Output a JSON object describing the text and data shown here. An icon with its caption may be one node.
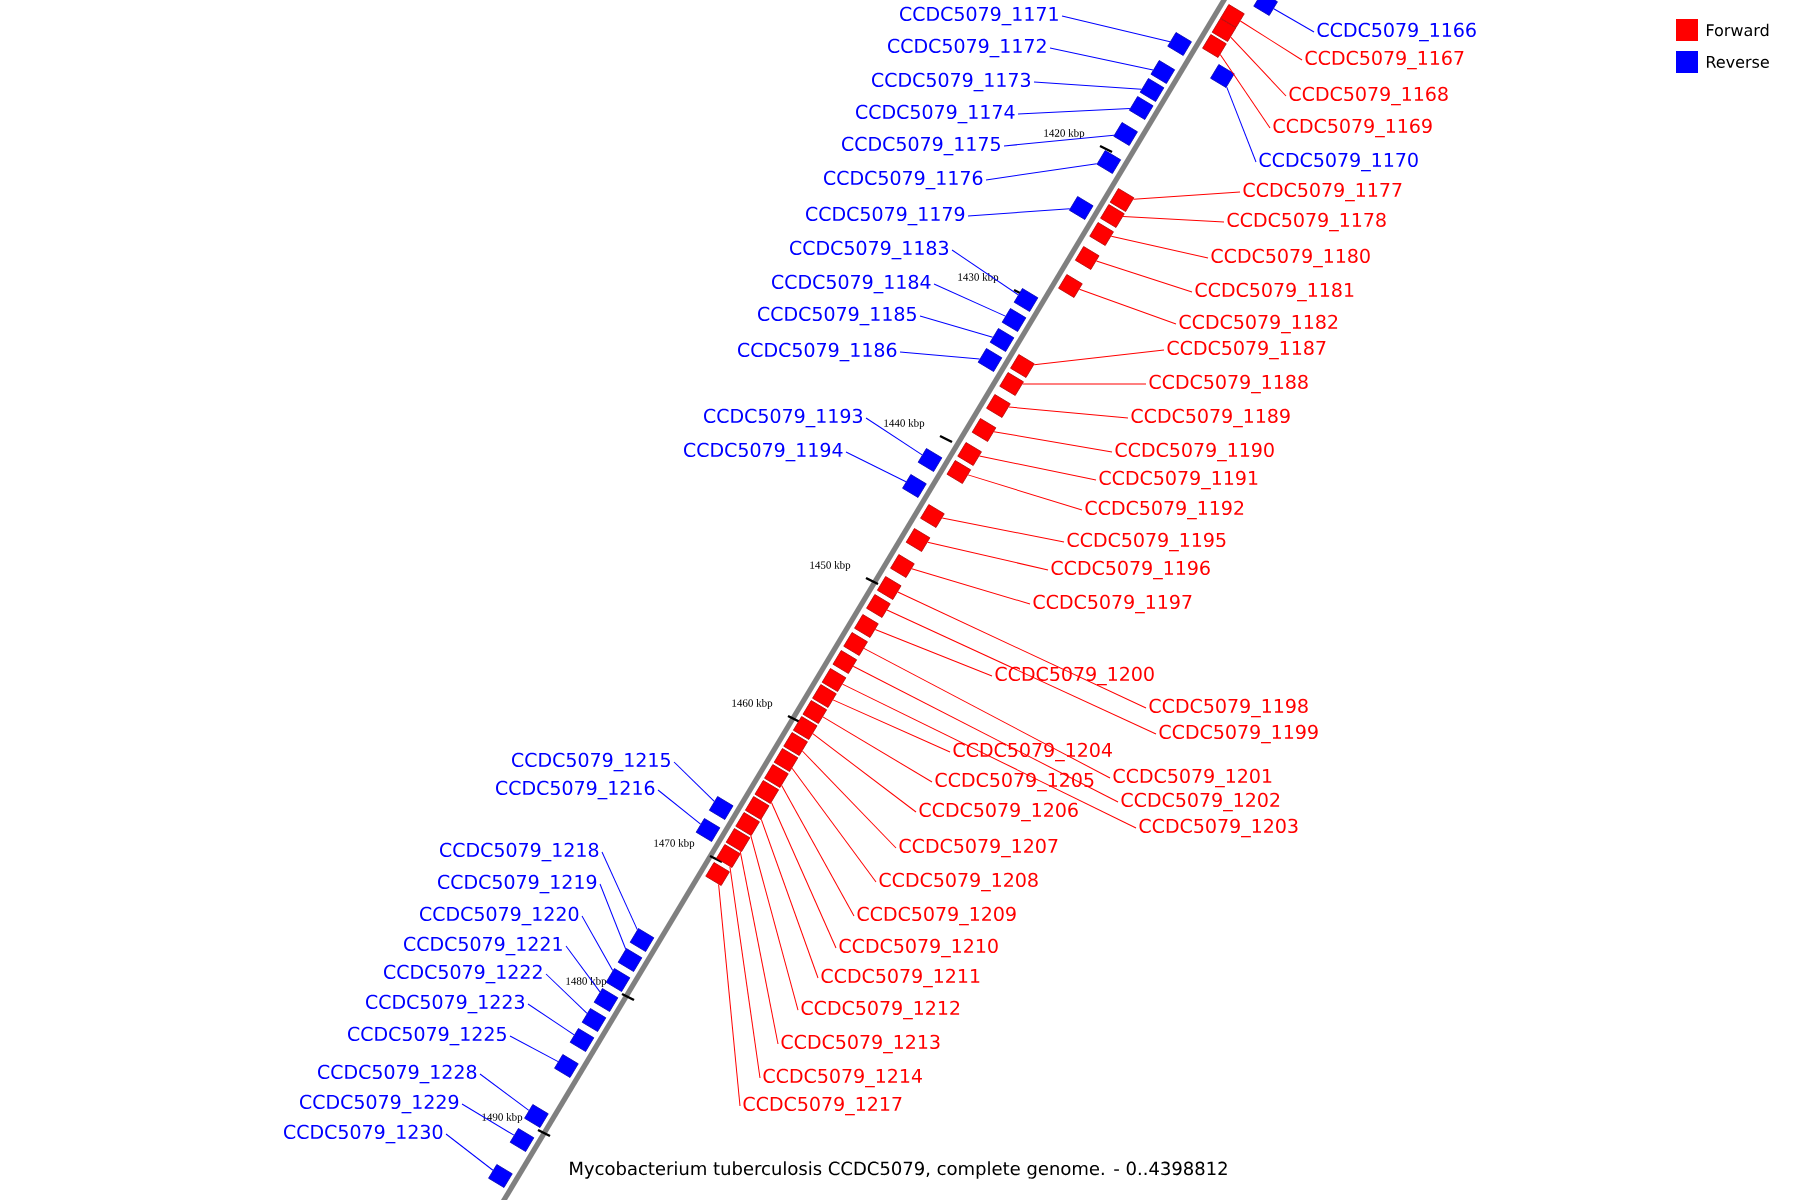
{
  "diagram": {
    "caption": "Mycobacterium tuberculosis CCDC5079, complete genome. - 0..4398812",
    "nodes": [
      {
        "text": [
          "CCDC5079_1171"
        ]
      },
      {
        "text": [],
        "shape": "box"
      },
      {
        "text": [
          "CCDC5079_1166"
        ]
      },
      {
        "text": [],
        "shape": "box"
      },
      {
        "text": [
          "CCDC5079_1172"
        ]
      },
      {
        "text": [],
        "shape": "box"
      },
      {
        "text": [
          "CCDC5079_1167"
        ]
      },
      {
        "text": [],
        "shape": "box"
      },
      {
        "text": [
          "CCDC5079_1173"
        ]
      },
      {
        "text": [],
        "shape": "box"
      },
      {
        "text": [
          "CCDC5079_1168"
        ]
      },
      {
        "text": [],
        "shape": "box"
      },
      {
        "text": [
          "CCDC5079_1174"
        ]
      },
      {
        "text": [],
        "shape": "box"
      },
      {
        "text": [
          "CCDC5079_1169"
        ]
      },
      {
        "text": [],
        "shape": "box"
      },
      {
        "text": [
          "CCDC5079_1175"
        ]
      },
      {
        "text": [],
        "shape": "box"
      },
      {
        "text": [
          "CCDC5079_1170"
        ]
      },
      {
        "text": [],
        "shape": "box"
      },
      {
        "text": [
          "CCDC5079_1176"
        ]
      },
      {
        "text": [],
        "shape": "box"
      },
      {
        "text": [
          "CCDC5079_1177"
        ]
      },
      {
        "text": [],
        "shape": "box"
      },
      {
        "text": [
          "CCDC5079_1179"
        ]
      },
      {
        "text": [],
        "shape": "box"
      },
      {
        "text": [
          "CCDC5079_1178"
        ]
      },
      {
        "text": [],
        "shape": "box"
      },
      {
        "text": [
          "CCDC5079_1183"
        ]
      },
      {
        "text": [],
        "shape": "box"
      },
      {
        "text": [
          "CCDC5079_1180"
        ]
      },
      {
        "text": [],
        "shape": "box"
      },
      {
        "text": [
          "CCDC5079_1184"
        ]
      },
      {
        "text": [],
        "shape": "box"
      },
      {
        "text": [
          "CCDC5079_1181"
        ]
      },
      {
        "text": [],
        "shape": "box"
      },
      {
        "text": [
          "CCDC5079_1185"
        ]
      },
      {
        "text": [],
        "shape": "box"
      },
      {
        "text": [
          "CCDC5079_1182"
        ]
      },
      {
        "text": [],
        "shape": "box"
      },
      {
        "text": [
          "CCDC5079_1187"
        ]
      },
      {
        "text": [],
        "shape": "box"
      },
      {
        "text": [
          "CCDC5079_1186"
        ]
      },
      {
        "text": [],
        "shape": "box"
      },
      {
        "text": [
          "CCDC5079_1188"
        ]
      },
      {
        "text": [],
        "shape": "box"
      },
      {
        "text": [
          "CCDC5079_1193"
        ]
      },
      {
        "text": [],
        "shape": "box"
      },
      {
        "text": [
          "CCDC5079_1189"
        ]
      },
      {
        "text": [],
        "shape": "box"
      },
      {
        "text": [
          "CCDC5079_1190"
        ]
      },
      {
        "text": [],
        "shape": "box"
      },
      {
        "text": [
          "CCDC5079_1194"
        ]
      },
      {
        "text": [],
        "shape": "box"
      },
      {
        "text": [
          "CCDC5079_1191"
        ]
      },
      {
        "text": [],
        "shape": "box"
      },
      {
        "text": [
          "CCDC5079_1192"
        ]
      },
      {
        "text": [],
        "shape": "box"
      },
      {
        "text": [
          "CCDC5079_1195"
        ]
      },
      {
        "text": [],
        "shape": "box"
      },
      {
        "text": [
          "CCDC5079_1196"
        ]
      },
      {
        "text": [],
        "shape": "box"
      },
      {
        "text": [
          "CCDC5079_1197"
        ]
      },
      {
        "text": [],
        "shape": "box"
      },
      {
        "text": [
          "CCDC5079_1200"
        ]
      },
      {
        "text": [],
        "shape": "box"
      },
      {
        "text": [
          "CCDC5079_1198"
        ]
      },
      {
        "text": [],
        "shape": "box"
      },
      {
        "text": [
          "CCDC5079_1199"
        ]
      },
      {
        "text": [],
        "shape": "box"
      },
      {
        "text": [
          "CCDC5079_1204"
        ]
      },
      {
        "text": [],
        "shape": "box"
      },
      {
        "text": [
          "CCDC5079_1215"
        ]
      },
      {
        "text": [],
        "shape": "box"
      },
      {
        "text": [
          "CCDC5079_1201"
        ]
      },
      {
        "text": [],
        "shape": "box"
      },
      {
        "text": [
          "CCDC5079_1205"
        ]
      },
      {
        "text": [],
        "shape": "box"
      },
      {
        "text": [
          "CCDC5079_1216"
        ]
      },
      {
        "text": [],
        "shape": "box"
      },
      {
        "text": [
          "CCDC5079_1202"
        ]
      },
      {
        "text": [],
        "shape": "box"
      },
      {
        "text": [
          "CCDC5079_1206"
        ]
      },
      {
        "text": [],
        "shape": "box"
      },
      {
        "text": [
          "CCDC5079_1203"
        ]
      },
      {
        "text": [],
        "shape": "box"
      },
      {
        "text": [
          "CCDC5079_1207"
        ]
      },
      {
        "text": [],
        "shape": "box"
      },
      {
        "text": [
          "CCDC5079_1218"
        ]
      },
      {
        "text": [],
        "shape": "box"
      },
      {
        "text": [
          "CCDC5079_1208"
        ]
      },
      {
        "text": [],
        "shape": "box"
      },
      {
        "text": [
          "CCDC5079_1219"
        ]
      },
      {
        "text": [],
        "shape": "box"
      },
      {
        "text": [
          "CCDC5079_1209"
        ]
      },
      {
        "text": [],
        "shape": "box"
      },
      {
        "text": [
          "CCDC5079_1220"
        ]
      },
      {
        "text": [],
        "shape": "box"
      },
      {
        "text": [
          "CCDC5079_1210"
        ]
      },
      {
        "text": [],
        "shape": "box"
      },
      {
        "text": [
          "CCDC5079_1221"
        ]
      },
      {
        "text": [],
        "shape": "box"
      },
      {
        "text": [
          "CCDC5079_1211"
        ]
      },
      {
        "text": [],
        "shape": "box"
      },
      {
        "text": [
          "CCDC5079_1222"
        ]
      },
      {
        "text": [],
        "shape": "box"
      },
      {
        "text": [
          "CCDC5079_1223"
        ]
      },
      {
        "text": [],
        "shape": "box"
      },
      {
        "text": [
          "CCDC5079_1212"
        ]
      },
      {
        "text": [],
        "shape": "box"
      },
      {
        "text": [
          "CCDC5079_1225"
        ]
      },
      {
        "text": [],
        "shape": "box"
      },
      {
        "text": [
          "CCDC5079_1213"
        ]
      },
      {
        "text": [],
        "shape": "box"
      },
      {
        "text": [
          "CCDC5079_1228"
        ]
      },
      {
        "text": [],
        "shape": "box"
      },
      {
        "text": [
          "CCDC5079_1214"
        ]
      },
      {
        "text": [],
        "shape": "box"
      },
      {
        "text": [
          "CCDC5079_1229"
        ]
      },
      {
        "text": [],
        "shape": "box"
      },
      {
        "text": [
          "CCDC5079_1217"
        ]
      },
      {
        "text": [],
        "shape": "box"
      },
      {
        "text": [
          "CCDC5079_1230"
        ]
      },
      {
        "text": [],
        "shape": "box"
      }
    ],
    "edges": [
      {
        "from": 0,
        "to": 1,
        "arrow": "none",
        "color": "#0000ff"
      },
      {
        "from": 2,
        "to": 3,
        "arrow": "none",
        "color": "#0000ff"
      },
      {
        "from": 4,
        "to": 5,
        "arrow": "none",
        "color": "#0000ff"
      },
      {
        "from": 6,
        "to": 7,
        "arrow": "none"
      },
      {
        "from": 8,
        "to": 9,
        "arrow": "none",
        "color": "#0000ff"
      },
      {
        "from": 10,
        "to": 11,
        "arrow": "none"
      },
      {
        "from": 12,
        "to": 13,
        "arrow": "none",
        "color": "#0000ff"
      },
      {
        "from": 14,
        "to": 15,
        "arrow": "none"
      },
      {
        "from": 16,
        "to": 17,
        "arrow": "none",
        "color": "#0000ff"
      },
      {
        "from": 18,
        "to": 19,
        "arrow": "none",
        "color": "#0000ff"
      },
      {
        "from": 20,
        "to": 21,
        "arrow": "none",
        "color": "#0000ff"
      },
      {
        "from": 22,
        "to": 23,
        "arrow": "none"
      },
      {
        "from": 24,
        "to": 25,
        "arrow": "none",
        "color": "#0000ff"
      },
      {
        "from": 26,
        "to": 27,
        "arrow": "none"
      },
      {
        "from": 28,
        "to": 29,
        "arrow": "none",
        "color": "#0000ff"
      },
      {
        "from": 30,
        "to": 31,
        "arrow": "none"
      },
      {
        "from": 32,
        "to": 33,
        "arrow": "none",
        "color": "#0000ff"
      },
      {
        "from": 34,
        "to": 35,
        "arrow": "none"
      },
      {
        "from": 36,
        "to": 37,
        "arrow": "none",
        "color": "#0000ff"
      },
      {
        "from": 38,
        "to": 39,
        "arrow": "none"
      },
      {
        "from": 40,
        "to": 41,
        "arrow": "none"
      },
      {
        "from": 42,
        "to": 43,
        "arrow": "none",
        "color": "#0000ff"
      },
      {
        "from": 44,
        "to": 45,
        "arrow": "none"
      },
      {
        "from": 46,
        "to": 47,
        "arrow": "none",
        "color": "#0000ff"
      },
      {
        "from": 48,
        "to": 49,
        "arrow": "none"
      },
      {
        "from": 50,
        "to": 51,
        "arrow": "none"
      },
      {
        "from": 52,
        "to": 53,
        "arrow": "none",
        "color": "#0000ff"
      },
      {
        "from": 54,
        "to": 55,
        "arrow": "none"
      },
      {
        "from": 56,
        "to": 57,
        "arrow": "none"
      },
      {
        "from": 58,
        "to": 59,
        "arrow": "none"
      },
      {
        "from": 60,
        "to": 61,
        "arrow": "none"
      },
      {
        "from": 62,
        "to": 63,
        "arrow": "none"
      },
      {
        "from": 64,
        "to": 65,
        "arrow": "none"
      },
      {
        "from": 66,
        "to": 67,
        "arrow": "none"
      },
      {
        "from": 68,
        "to": 69,
        "arrow": "none"
      },
      {
        "from": 70,
        "to": 71,
        "arrow": "none"
      },
      {
        "from": 72,
        "to": 73,
        "arrow": "none",
        "color": "#0000ff"
      },
      {
        "from": 74,
        "to": 75,
        "arrow": "none"
      },
      {
        "from": 76,
        "to": 77,
        "arrow": "none"
      },
      {
        "from": 78,
        "to": 79,
        "arrow": "none",
        "color": "#0000ff"
      },
      {
        "from": 80,
        "to": 81,
        "arrow": "none"
      },
      {
        "from": 82,
        "to": 83,
        "arrow": "none"
      },
      {
        "from": 84,
        "to": 85,
        "arrow": "none"
      },
      {
        "from": 86,
        "to": 87,
        "arrow": "none"
      },
      {
        "from": 88,
        "to": 89,
        "arrow": "none",
        "color": "#0000ff"
      },
      {
        "from": 90,
        "to": 91,
        "arrow": "none"
      },
      {
        "from": 92,
        "to": 93,
        "arrow": "none",
        "color": "#0000ff"
      },
      {
        "from": 94,
        "to": 95,
        "arrow": "none"
      },
      {
        "from": 96,
        "to": 97,
        "arrow": "none",
        "color": "#0000ff"
      },
      {
        "from": 98,
        "to": 99,
        "arrow": "none"
      },
      {
        "from": 100,
        "to": 101,
        "arrow": "none",
        "color": "#0000ff"
      },
      {
        "from": 102,
        "to": 103,
        "arrow": "none"
      },
      {
        "from": 104,
        "to": 105,
        "arrow": "none",
        "color": "#0000ff"
      },
      {
        "from": 106,
        "to": 107,
        "arrow": "none",
        "color": "#0000ff"
      },
      {
        "from": 108,
        "to": 109,
        "arrow": "none"
      },
      {
        "from": 110,
        "to": 111,
        "arrow": "none",
        "color": "#0000ff"
      },
      {
        "from": 112,
        "to": 113,
        "arrow": "none"
      },
      {
        "from": 114,
        "to": 115,
        "arrow": "none",
        "color": "#0000ff"
      },
      {
        "from": 116,
        "to": 117,
        "arrow": "none"
      },
      {
        "from": 118,
        "to": 119,
        "arrow": "none",
        "color": "#0000ff"
      },
      {
        "from": 120,
        "to": 121,
        "arrow": "none"
      },
      {
        "from": 122,
        "to": 123,
        "arrow": "none",
        "color": "#0000ff"
      }
    ],
    "labels": [
      "1420 kbp",
      "1430 kbp",
      "1440 kbp",
      "1450 kbp",
      "1460 kbp",
      "1470 kbp",
      "1480 kbp",
      "1490 kbp"
    ],
    "legend": [
      {
        "text": "Forward",
        "color": "#ff0000"
      },
      {
        "text": "Reverse",
        "color": "#0000ff"
      }
    ]
  }
}
